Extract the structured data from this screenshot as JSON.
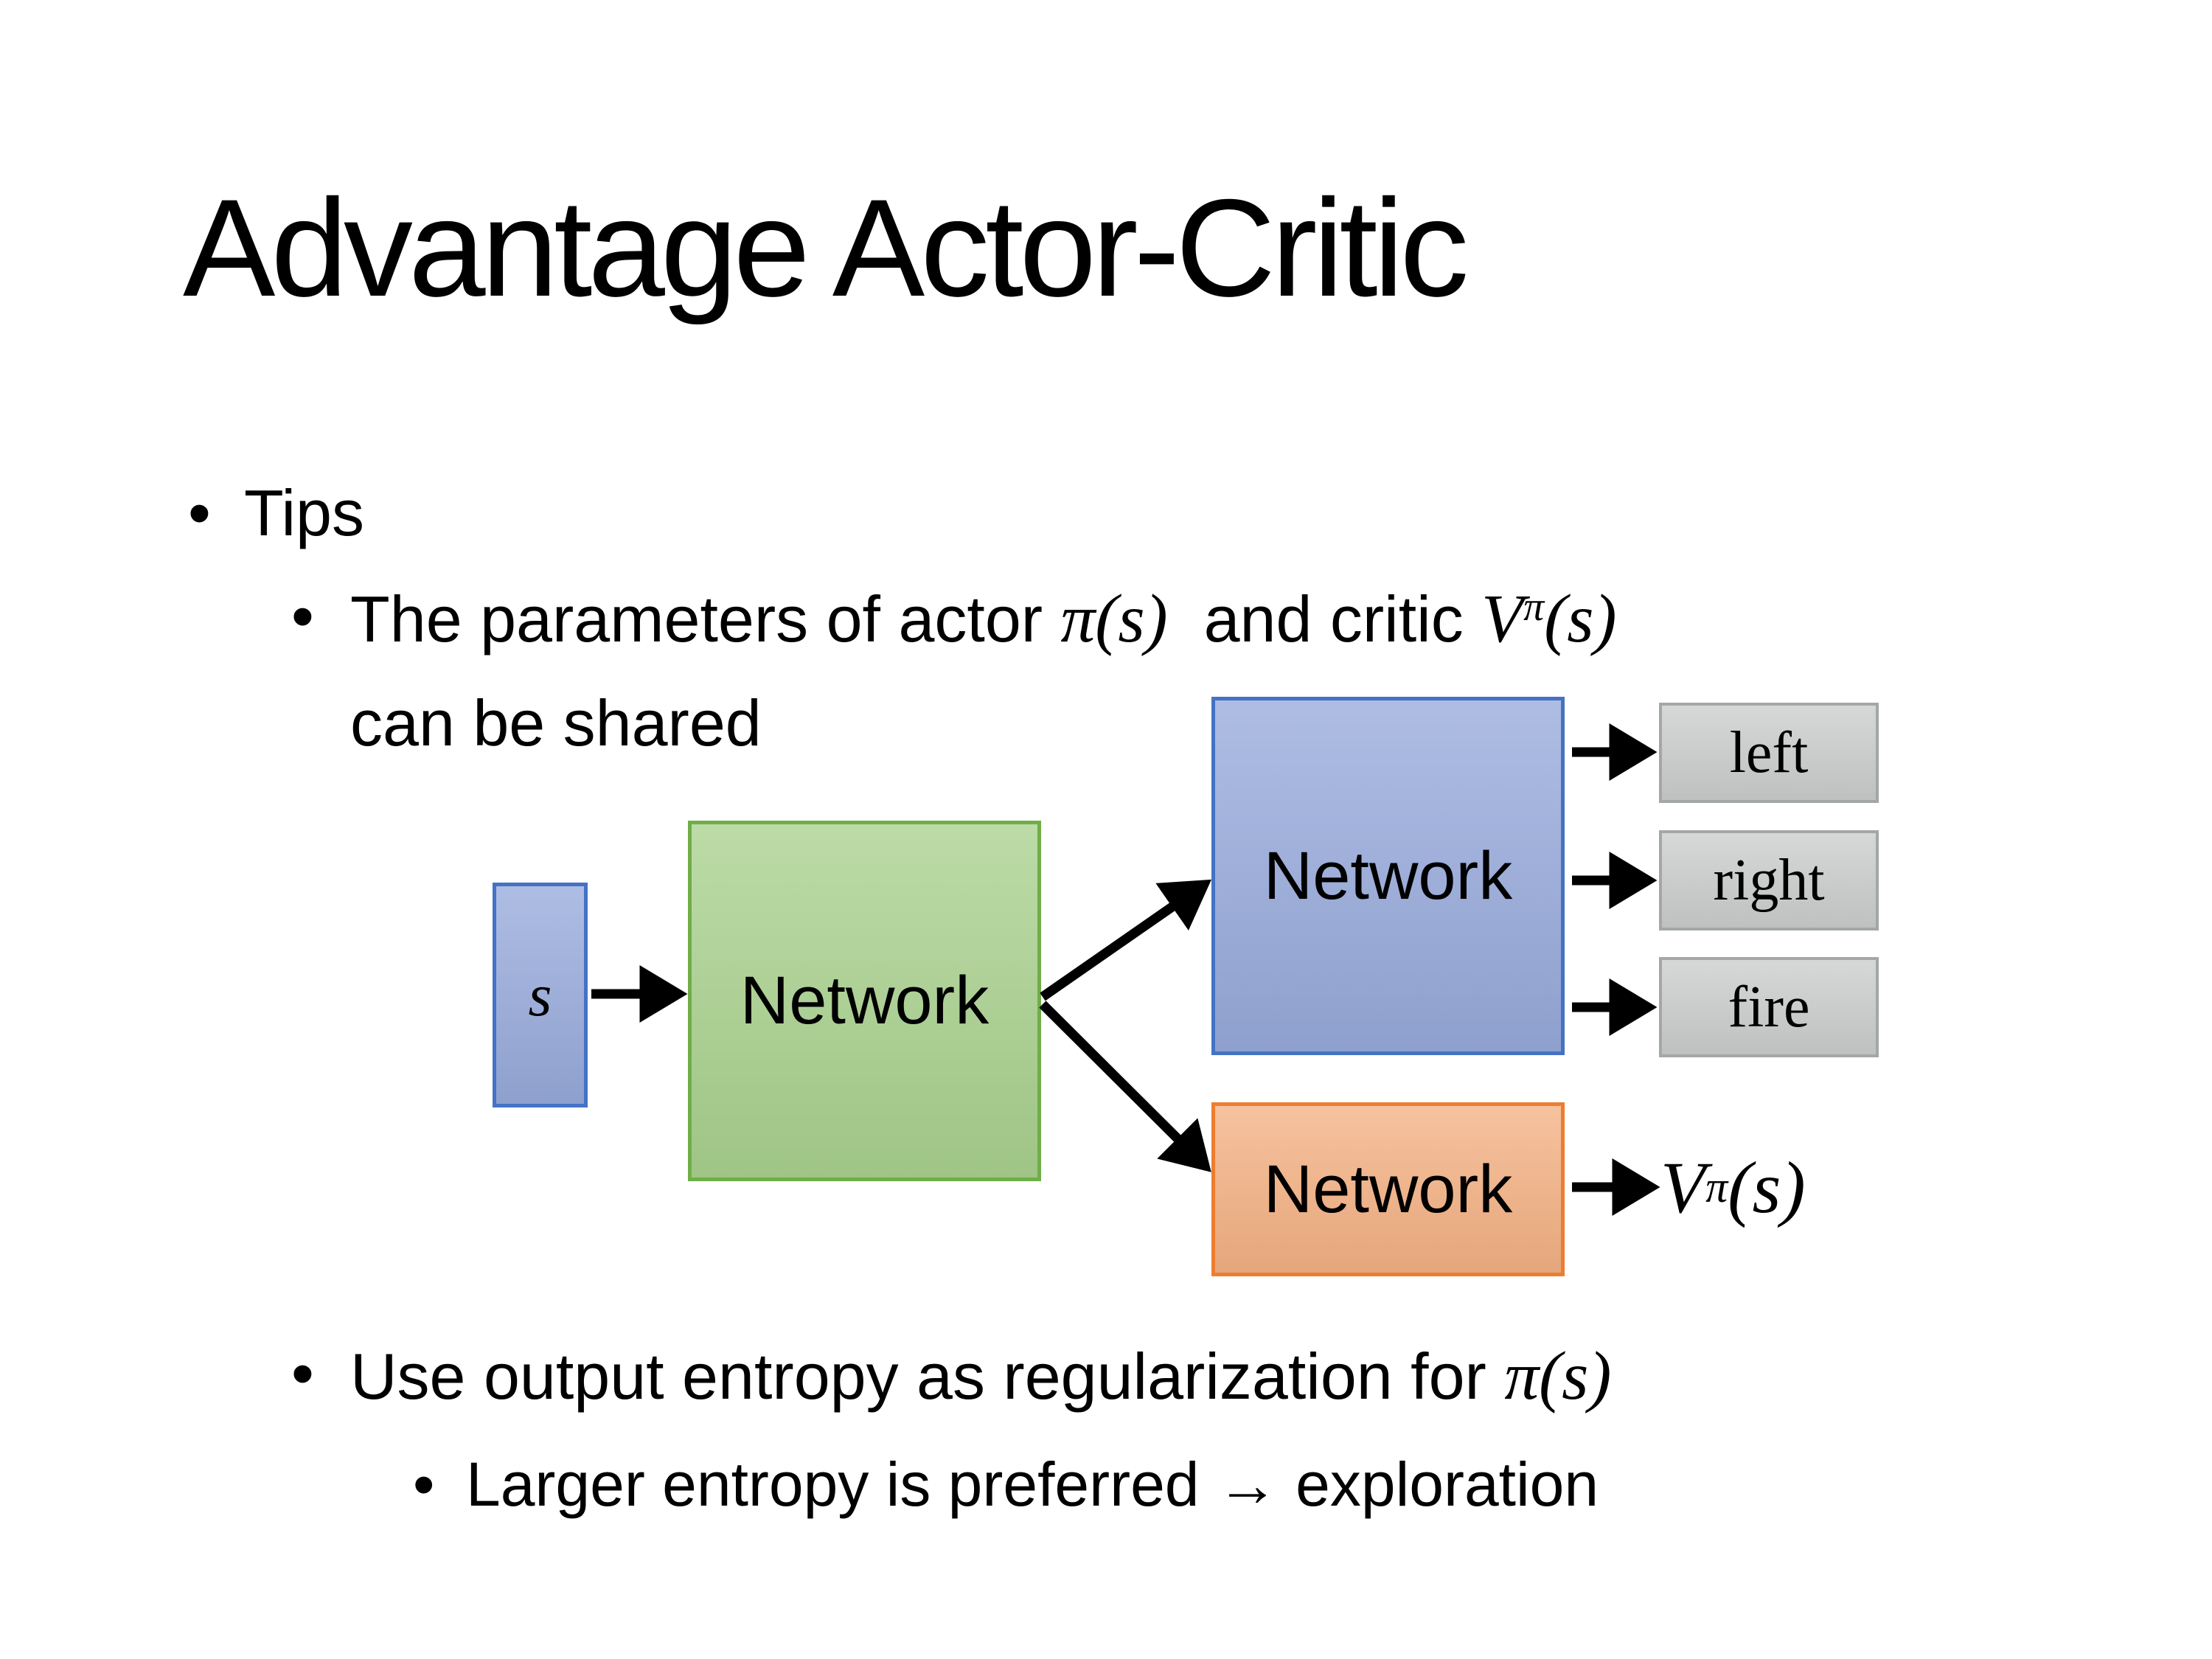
{
  "bullet_char": "•",
  "title": "Advantage Actor-Critic",
  "tips_label": "Tips",
  "shared": {
    "pre": "The parameters of actor ",
    "actor_math": "π(s)",
    "mid": "  and critic ",
    "critic_base": "V",
    "critic_sup": "π",
    "critic_args": "(s)",
    "line2": "can be shared"
  },
  "entropy": {
    "pre": "Use output entropy as regularization for ",
    "math": "π(s)"
  },
  "exploration_label": "Larger entropy is preferred → exploration",
  "diagram": {
    "state_label": "s",
    "shared_network_label": "Network",
    "actor_network_label": "Network",
    "critic_network_label": "Network",
    "actions": [
      "left",
      "right",
      "fire"
    ],
    "value": {
      "base": "V",
      "sup": "π",
      "args": "(s)"
    }
  },
  "colors": {
    "background": "#FFFFFF",
    "text": "#000000",
    "arrow": "#000000",
    "blue_fill": "#97AADB",
    "blue_border": "#4472C4",
    "green_fill": "#A9D18E",
    "green_border": "#70AD47",
    "orange_fill": "#F4B183",
    "orange_border": "#ED7D31",
    "gray_fill": "#CBCDCD",
    "gray_border": "#A4A7A7"
  }
}
